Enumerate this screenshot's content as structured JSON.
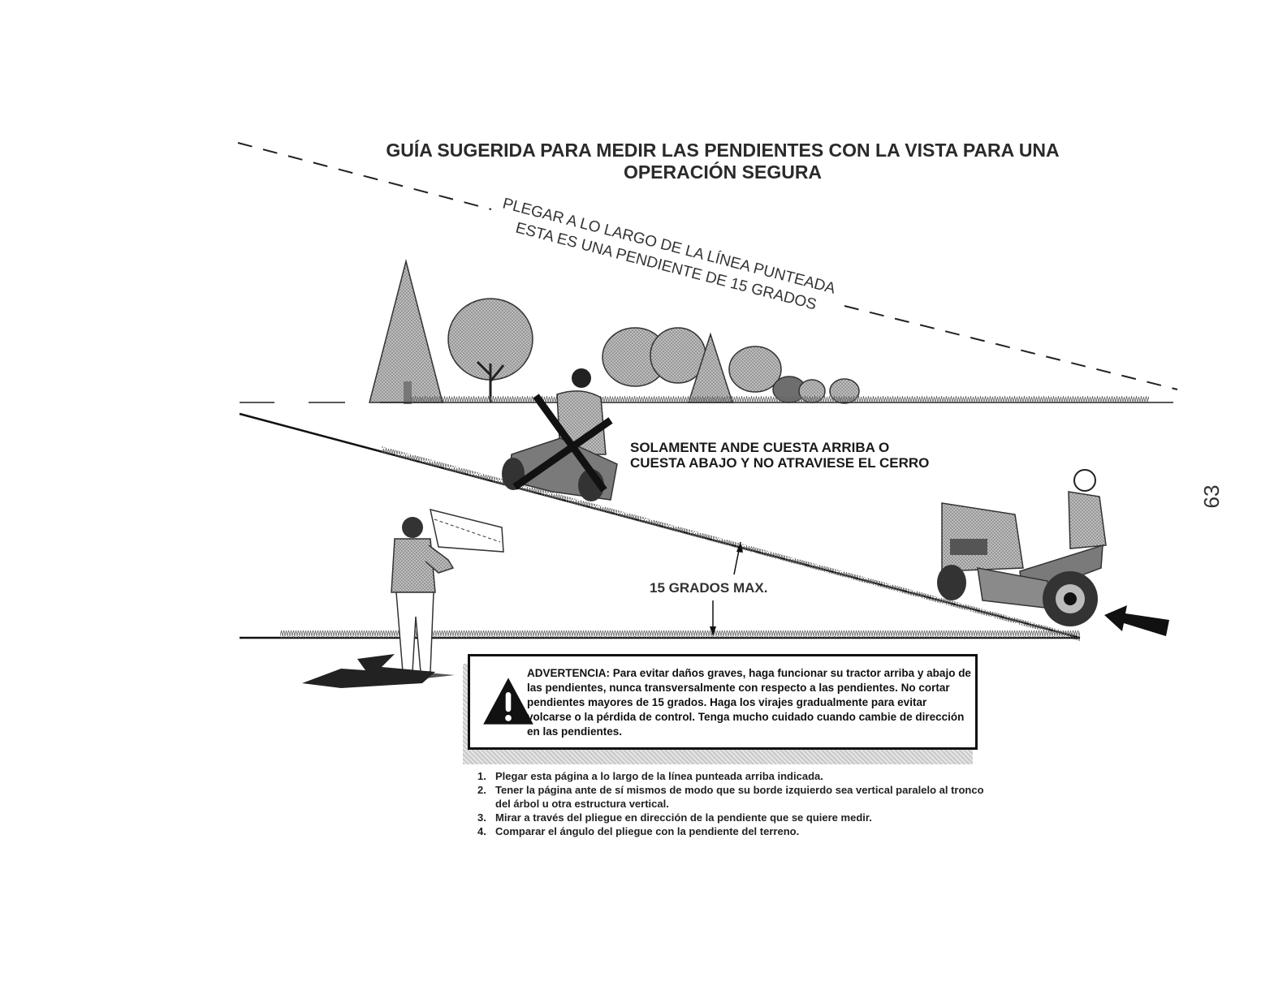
{
  "title": {
    "line1": "GUÍA SUGERIDA PARA MEDIR LAS PENDIENTES CON LA VISTA PARA UNA",
    "line2": "OPERACIÓN SEGURA"
  },
  "fold_line": {
    "text1": "PLEGAR A LO LARGO DE LA LÍNEA PUNTEADA",
    "text2": "ESTA ES UNA PENDIENTE DE 15 GRADOS"
  },
  "ride_note": {
    "line1": "SOLAMENTE ANDE CUESTA ARRIBA O",
    "line2": "CUESTA ABAJO Y NO ATRAVIESE EL CERRO"
  },
  "angle_label": "15 GRADOS MAX.",
  "warning": {
    "label": "ADVERTENCIA:",
    "text": "Para evitar daños graves, haga funcionar su tractor arriba y abajo de las pendientes, nunca transversalmente con respecto a las pendientes. No cortar pendientes mayores de 15 grados. Haga los virajes gradualmente para evitar volcarse o la pérdida de control. Tenga mucho cuidado cuando cambie de dirección en las pendientes.",
    "icon": "warning-triangle-icon"
  },
  "steps": [
    {
      "num": "1.",
      "text": "Plegar esta página a lo largo de la línea punteada arriba indicada."
    },
    {
      "num": "2.",
      "text": "Tener la página ante de sí mismos de modo que su borde izquierdo sea vertical paralelo al tronco del árbol u otra estructura vertical."
    },
    {
      "num": "3.",
      "text": "Mirar a través del pliegue en dirección de la pendiente que se quiere medir."
    },
    {
      "num": "4.",
      "text": "Comparar el ángulo del pliegue con la pendiente del terreno."
    }
  ],
  "page_number": "63",
  "colors": {
    "ink": "#1a1a1a",
    "gray_fill": "#9a9a9a",
    "dark_gray": "#555555"
  }
}
